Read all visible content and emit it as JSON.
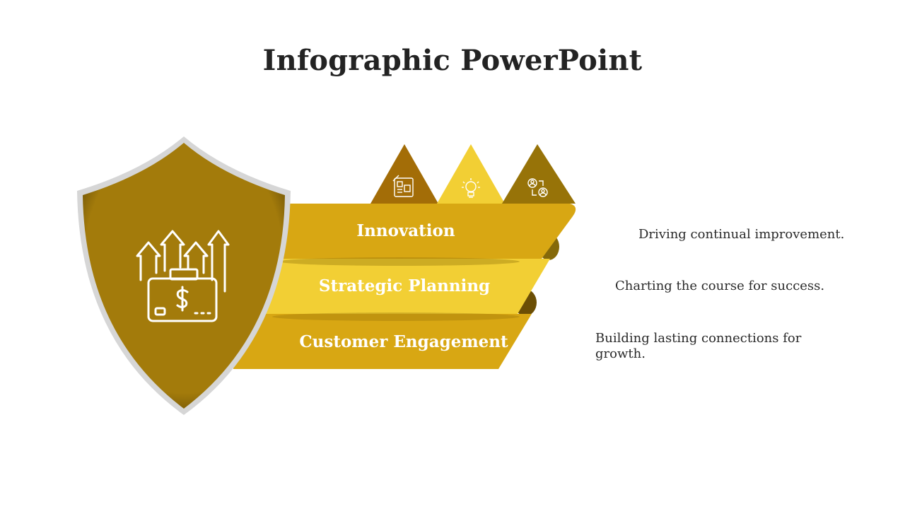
{
  "title": "Infographic PowerPoint",
  "colors": {
    "shield_fill": "#a37b0b",
    "shield_border": "#d6d6d6",
    "band_dark": "#d8a713",
    "band_light": "#f2cf34",
    "tri_brown": "#a36d07",
    "tri_yellow": "#f2cf34",
    "tri_olive": "#977308",
    "fold": "#7a5a05"
  },
  "shield": {
    "icon": "briefcase-growth-arrows-icon"
  },
  "triangles": [
    {
      "icon": "blueprint-icon"
    },
    {
      "icon": "lightbulb-icon"
    },
    {
      "icon": "people-network-icon"
    }
  ],
  "bands": [
    {
      "label": "Innovation",
      "description": "Driving continual improvement."
    },
    {
      "label": "Strategic Planning",
      "description": "Charting the course for success."
    },
    {
      "label": "Customer Engagement",
      "description": "Building lasting connections for growth."
    }
  ]
}
